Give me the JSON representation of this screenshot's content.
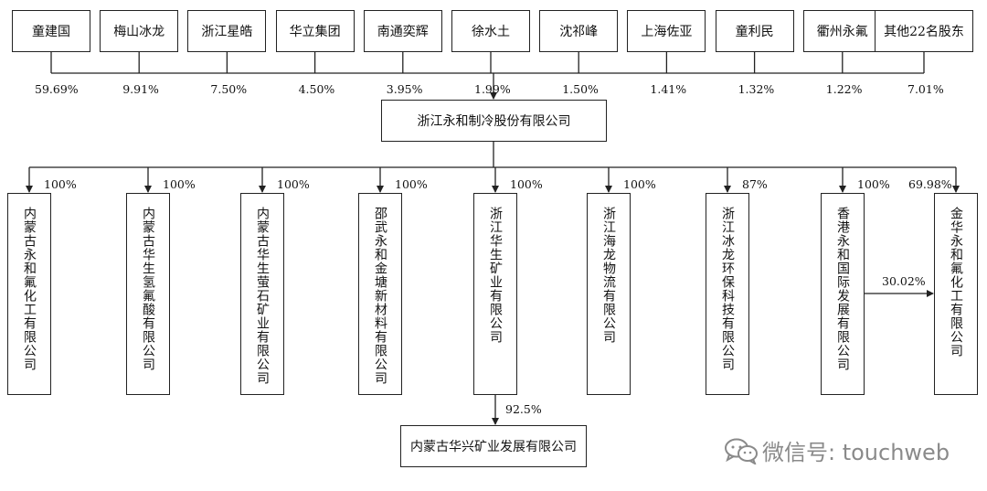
{
  "shareholders": [
    {
      "name": "童建国",
      "pct": "59.69%"
    },
    {
      "name": "梅山冰龙",
      "pct": "9.91%"
    },
    {
      "name": "浙江星皓",
      "pct": "7.50%"
    },
    {
      "name": "华立集团",
      "pct": "4.50%"
    },
    {
      "name": "南通奕辉",
      "pct": "3.95%"
    },
    {
      "name": "徐水土",
      "pct": "1.99%"
    },
    {
      "name": "沈祁峰",
      "pct": "1.50%"
    },
    {
      "name": "上海佐亚",
      "pct": "1.41%"
    },
    {
      "name": "童利民",
      "pct": "1.32%"
    },
    {
      "name": "衢州永氟",
      "pct": "1.22%"
    },
    {
      "name": "其他22名股东",
      "pct": "7.01%"
    }
  ],
  "company": "浙江永和制冷股份有限公司",
  "subsidiaries": [
    {
      "name": "内蒙古永和氟化工有限公司",
      "pct": "100%"
    },
    {
      "name": "内蒙古华生氢氟酸有限公司",
      "pct": "100%"
    },
    {
      "name": "内蒙古华生萤石矿业有限公司",
      "pct": "100%"
    },
    {
      "name": "邵武永和金塘新材料有限公司",
      "pct": "100%"
    },
    {
      "name": "浙江华生矿业有限公司",
      "pct": "100%"
    },
    {
      "name": "浙江海龙物流有限公司",
      "pct": "100%"
    },
    {
      "name": "浙江冰龙环保科技有限公司",
      "pct": "87%"
    },
    {
      "name": "香港永和国际发展有限公司",
      "pct": "100%"
    },
    {
      "name": "金华永和氟化工有限公司",
      "pct": "69.98%"
    }
  ],
  "cross_holding": {
    "from": "香港永和国际发展有限公司",
    "to": "金华永和氟化工有限公司",
    "pct": "30.02%"
  },
  "grandchild": {
    "name": "内蒙古华兴矿业发展有限公司",
    "parent": "浙江华生矿业有限公司",
    "pct": "92.5%"
  },
  "watermark": {
    "text": "微信号: touchweb",
    "icon": "wechat-icon"
  },
  "colors": {
    "line": "#222222",
    "watermark": "#8a8a8a"
  }
}
